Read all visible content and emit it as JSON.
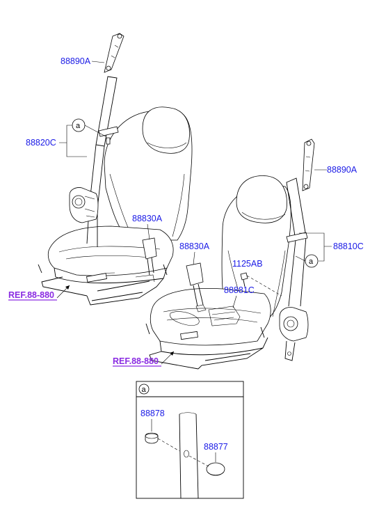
{
  "labels": {
    "left_retractor_top": "88890A",
    "left_belt_assy": "88820C",
    "left_buckle": "88830A",
    "ref_left": "REF.88-880",
    "right_retractor_top": "88890A",
    "right_belt_assy": "88810C",
    "right_buckle": "88830A",
    "bolt": "1125AB",
    "cover": "88881C",
    "ref_right": "REF.88-880",
    "detail_grommet": "88878",
    "detail_cap": "88877"
  },
  "callouts": {
    "left": "a",
    "right": "a",
    "detail_header": "a"
  },
  "colors": {
    "part_number": "#1a1ae6",
    "reference": "#8a2be2",
    "line": "#000000"
  }
}
